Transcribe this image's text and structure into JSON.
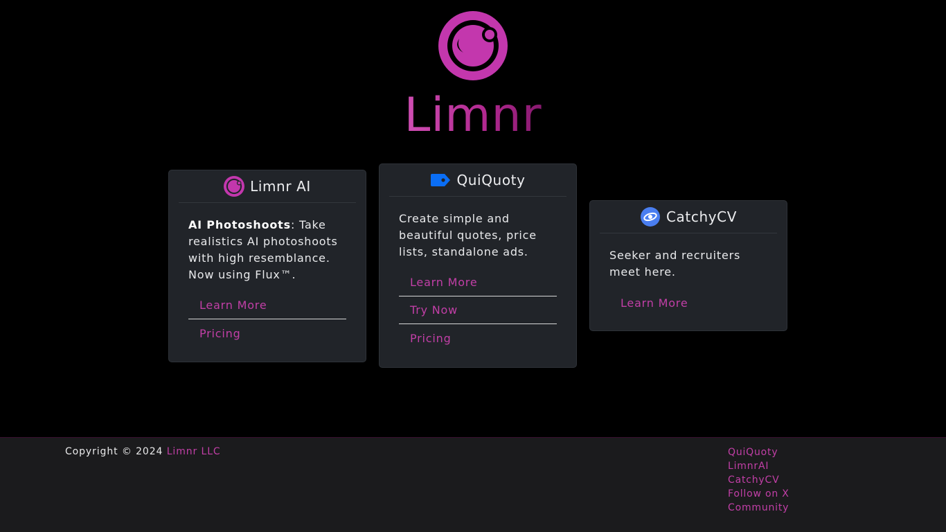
{
  "colors": {
    "background": "#000000",
    "card_background": "#212429",
    "accent": "#c23fa7",
    "footer_background": "#1b1b1d",
    "quiquoty_brand": "#0a6ef5",
    "catchycv_brand": "#4a7ef0"
  },
  "hero": {
    "logo_icon": "limnr-eye-logo",
    "title": "Limnr"
  },
  "cards": [
    {
      "icon": "limnr-eye-logo",
      "title": "Limnr AI",
      "desc_bold": "AI Photoshoots",
      "desc": ": Take realistics AI photoshoots with high resemblance. Now using Flux™.",
      "links": [
        "Learn More",
        "Pricing"
      ]
    },
    {
      "icon": "price-tag-icon",
      "title": "QuiQuoty",
      "desc": "Create simple and beautiful quotes, price lists, standalone ads.",
      "links": [
        "Learn More",
        "Try Now",
        "Pricing"
      ]
    },
    {
      "icon": "catchycv-logo",
      "title": "CatchyCV",
      "desc": "Seeker and recruiters meet here.",
      "links": [
        "Learn More"
      ]
    }
  ],
  "footer": {
    "copyright_prefix": "Copyright © 2024",
    "company_link": "Limnr LLC",
    "links": [
      "QuiQuoty",
      "LimnrAI",
      "CatchyCV",
      "Follow on X",
      "Community"
    ]
  }
}
